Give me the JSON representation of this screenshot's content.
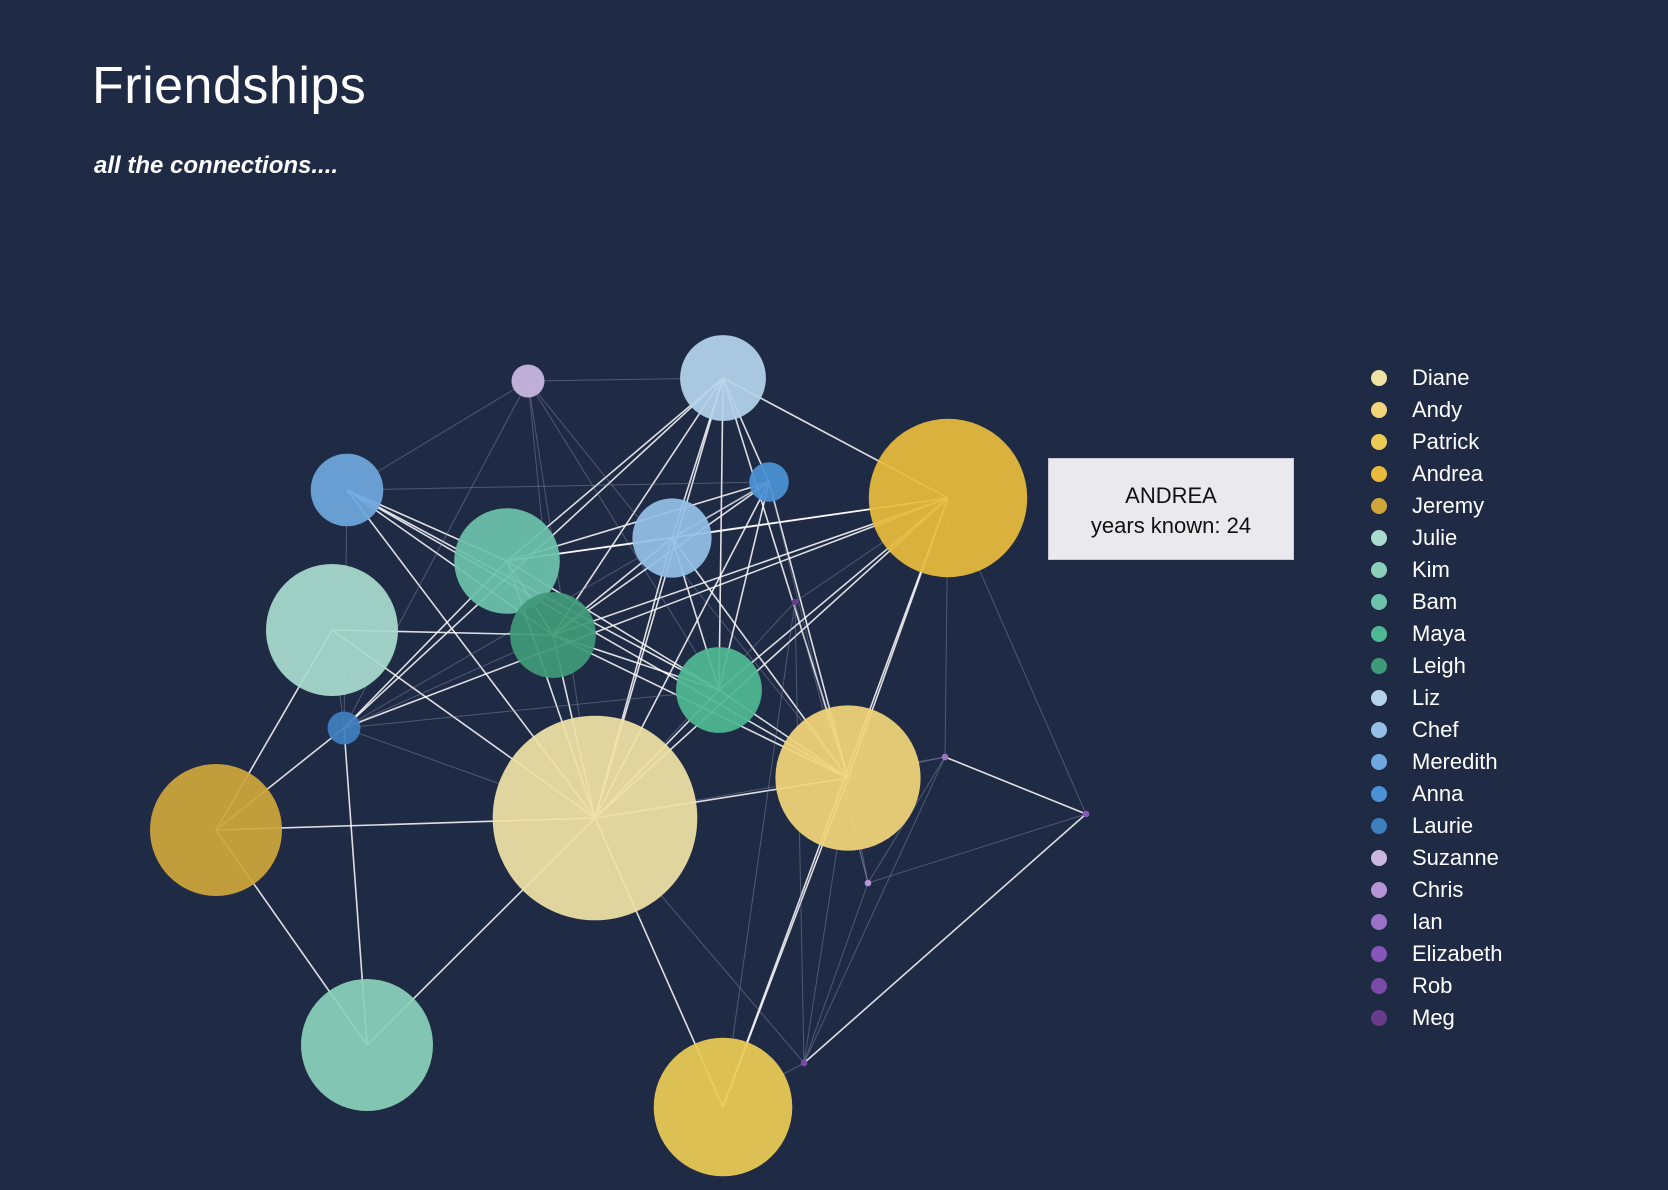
{
  "header": {
    "title": "Friendships",
    "subtitle": "all the connections...."
  },
  "tooltip": {
    "name": "ANDREA",
    "detail": "years known: 24"
  },
  "colors": {
    "background": "#1f2a44",
    "link_strong": "#ffffff",
    "link_weak": "#8a93ad"
  },
  "people": [
    {
      "id": "diane",
      "name": "Diane",
      "color": "#efe2a5",
      "years": 31
    },
    {
      "id": "andy",
      "name": "Andy",
      "color": "#f2d57a",
      "years": 22
    },
    {
      "id": "patrick",
      "name": "Patrick",
      "color": "#eccb55",
      "years": 21
    },
    {
      "id": "andrea",
      "name": "Andrea",
      "color": "#e8bb3c",
      "years": 24
    },
    {
      "id": "jeremy",
      "name": "Jeremy",
      "color": "#cfa63a",
      "years": 20
    },
    {
      "id": "julie",
      "name": "Julie",
      "color": "#a9dccd",
      "years": 20
    },
    {
      "id": "kim",
      "name": "Kim",
      "color": "#8ad1ba",
      "years": 20
    },
    {
      "id": "bam",
      "name": "Bam",
      "color": "#6cc2ab",
      "years": 16
    },
    {
      "id": "maya",
      "name": "Maya",
      "color": "#4fb892",
      "years": 13
    },
    {
      "id": "leigh",
      "name": "Leigh",
      "color": "#3f9a78",
      "years": 13
    },
    {
      "id": "liz",
      "name": "Liz",
      "color": "#b4d3ea",
      "years": 13
    },
    {
      "id": "chef",
      "name": "Chef",
      "color": "#94bfe6",
      "years": 12
    },
    {
      "id": "meredith",
      "name": "Meredith",
      "color": "#6fa7de",
      "years": 11
    },
    {
      "id": "anna",
      "name": "Anna",
      "color": "#4b92d4",
      "years": 6
    },
    {
      "id": "laurie",
      "name": "Laurie",
      "color": "#3f7ebf",
      "years": 5
    },
    {
      "id": "suzanne",
      "name": "Suzanne",
      "color": "#cbb8e0",
      "years": 5
    },
    {
      "id": "chris",
      "name": "Chris",
      "color": "#b595d6",
      "years": 1
    },
    {
      "id": "ian",
      "name": "Ian",
      "color": "#9c72c9",
      "years": 1
    },
    {
      "id": "elizabeth",
      "name": "Elizabeth",
      "color": "#8856bb",
      "years": 1
    },
    {
      "id": "rob",
      "name": "Rob",
      "color": "#7a4aa8",
      "years": 1
    },
    {
      "id": "meg",
      "name": "Meg",
      "color": "#683c8c",
      "years": 1
    }
  ],
  "links": [
    [
      "liz",
      "andrea",
      "strong"
    ],
    [
      "liz",
      "laurie",
      "strong"
    ],
    [
      "liz",
      "leigh",
      "strong"
    ],
    [
      "liz",
      "chef",
      "strong"
    ],
    [
      "liz",
      "maya",
      "strong"
    ],
    [
      "liz",
      "anna",
      "strong"
    ],
    [
      "liz",
      "diane",
      "strong"
    ],
    [
      "liz",
      "bam",
      "strong"
    ],
    [
      "liz",
      "andy",
      "strong"
    ],
    [
      "andrea",
      "bam",
      "strong"
    ],
    [
      "andrea",
      "leigh",
      "strong"
    ],
    [
      "andrea",
      "chef",
      "strong"
    ],
    [
      "andrea",
      "maya",
      "strong"
    ],
    [
      "andrea",
      "patrick",
      "strong"
    ],
    [
      "andrea",
      "diane",
      "strong"
    ],
    [
      "andrea",
      "laurie",
      "strong"
    ],
    [
      "meredith",
      "anna",
      "weak"
    ],
    [
      "meredith",
      "bam",
      "strong"
    ],
    [
      "meredith",
      "leigh",
      "strong"
    ],
    [
      "meredith",
      "maya",
      "strong"
    ],
    [
      "meredith",
      "diane",
      "strong"
    ],
    [
      "meredith",
      "laurie",
      "weak"
    ],
    [
      "meredith",
      "suzanne",
      "weak"
    ],
    [
      "meredith",
      "andy",
      "strong"
    ],
    [
      "suzanne",
      "diane",
      "weak"
    ],
    [
      "suzanne",
      "laurie",
      "weak"
    ],
    [
      "suzanne",
      "leigh",
      "weak"
    ],
    [
      "suzanne",
      "maya",
      "weak"
    ],
    [
      "suzanne",
      "liz",
      "weak"
    ],
    [
      "suzanne",
      "andy",
      "weak"
    ],
    [
      "anna",
      "leigh",
      "strong"
    ],
    [
      "anna",
      "bam",
      "strong"
    ],
    [
      "anna",
      "chef",
      "strong"
    ],
    [
      "anna",
      "diane",
      "strong"
    ],
    [
      "anna",
      "andy",
      "strong"
    ],
    [
      "anna",
      "maya",
      "strong"
    ],
    [
      "anna",
      "laurie",
      "weak"
    ],
    [
      "bam",
      "leigh",
      "strong"
    ],
    [
      "bam",
      "diane",
      "strong"
    ],
    [
      "bam",
      "maya",
      "strong"
    ],
    [
      "bam",
      "laurie",
      "strong"
    ],
    [
      "bam",
      "chef",
      "strong"
    ],
    [
      "chef",
      "leigh",
      "strong"
    ],
    [
      "chef",
      "diane",
      "strong"
    ],
    [
      "chef",
      "maya",
      "strong"
    ],
    [
      "chef",
      "andy",
      "strong"
    ],
    [
      "julie",
      "diane",
      "strong"
    ],
    [
      "julie",
      "jeremy",
      "strong"
    ],
    [
      "julie",
      "laurie",
      "weak"
    ],
    [
      "julie",
      "leigh",
      "strong"
    ],
    [
      "leigh",
      "maya",
      "strong"
    ],
    [
      "leigh",
      "diane",
      "strong"
    ],
    [
      "leigh",
      "laurie",
      "weak"
    ],
    [
      "leigh",
      "andy",
      "strong"
    ],
    [
      "maya",
      "diane",
      "strong"
    ],
    [
      "maya",
      "andy",
      "strong"
    ],
    [
      "maya",
      "laurie",
      "weak"
    ],
    [
      "jeremy",
      "diane",
      "strong"
    ],
    [
      "jeremy",
      "laurie",
      "strong"
    ],
    [
      "jeremy",
      "kim",
      "strong"
    ],
    [
      "laurie",
      "kim",
      "strong"
    ],
    [
      "laurie",
      "diane",
      "weak"
    ],
    [
      "kim",
      "diane",
      "strong"
    ],
    [
      "diane",
      "andy",
      "strong"
    ],
    [
      "diane",
      "patrick",
      "strong"
    ],
    [
      "diane",
      "ian",
      "weak"
    ],
    [
      "diane",
      "meg",
      "weak"
    ],
    [
      "diane",
      "rob",
      "weak"
    ],
    [
      "andy",
      "patrick",
      "strong"
    ],
    [
      "andy",
      "andrea",
      "strong"
    ],
    [
      "andy",
      "chris",
      "weak"
    ],
    [
      "andy",
      "ian",
      "weak"
    ],
    [
      "andy",
      "rob",
      "weak"
    ],
    [
      "chris",
      "rob",
      "weak"
    ],
    [
      "chris",
      "ian",
      "weak"
    ],
    [
      "chris",
      "elizabeth",
      "weak"
    ],
    [
      "chris",
      "meg",
      "weak"
    ],
    [
      "ian",
      "elizabeth",
      "strong"
    ],
    [
      "ian",
      "rob",
      "weak"
    ],
    [
      "ian",
      "andrea",
      "weak"
    ],
    [
      "elizabeth",
      "rob",
      "strong"
    ],
    [
      "elizabeth",
      "andrea",
      "weak"
    ],
    [
      "rob",
      "meg",
      "weak"
    ],
    [
      "meg",
      "andrea",
      "weak"
    ],
    [
      "meg",
      "patrick",
      "weak"
    ],
    [
      "anna",
      "chris",
      "weak"
    ],
    [
      "patrick",
      "rob",
      "weak"
    ]
  ]
}
